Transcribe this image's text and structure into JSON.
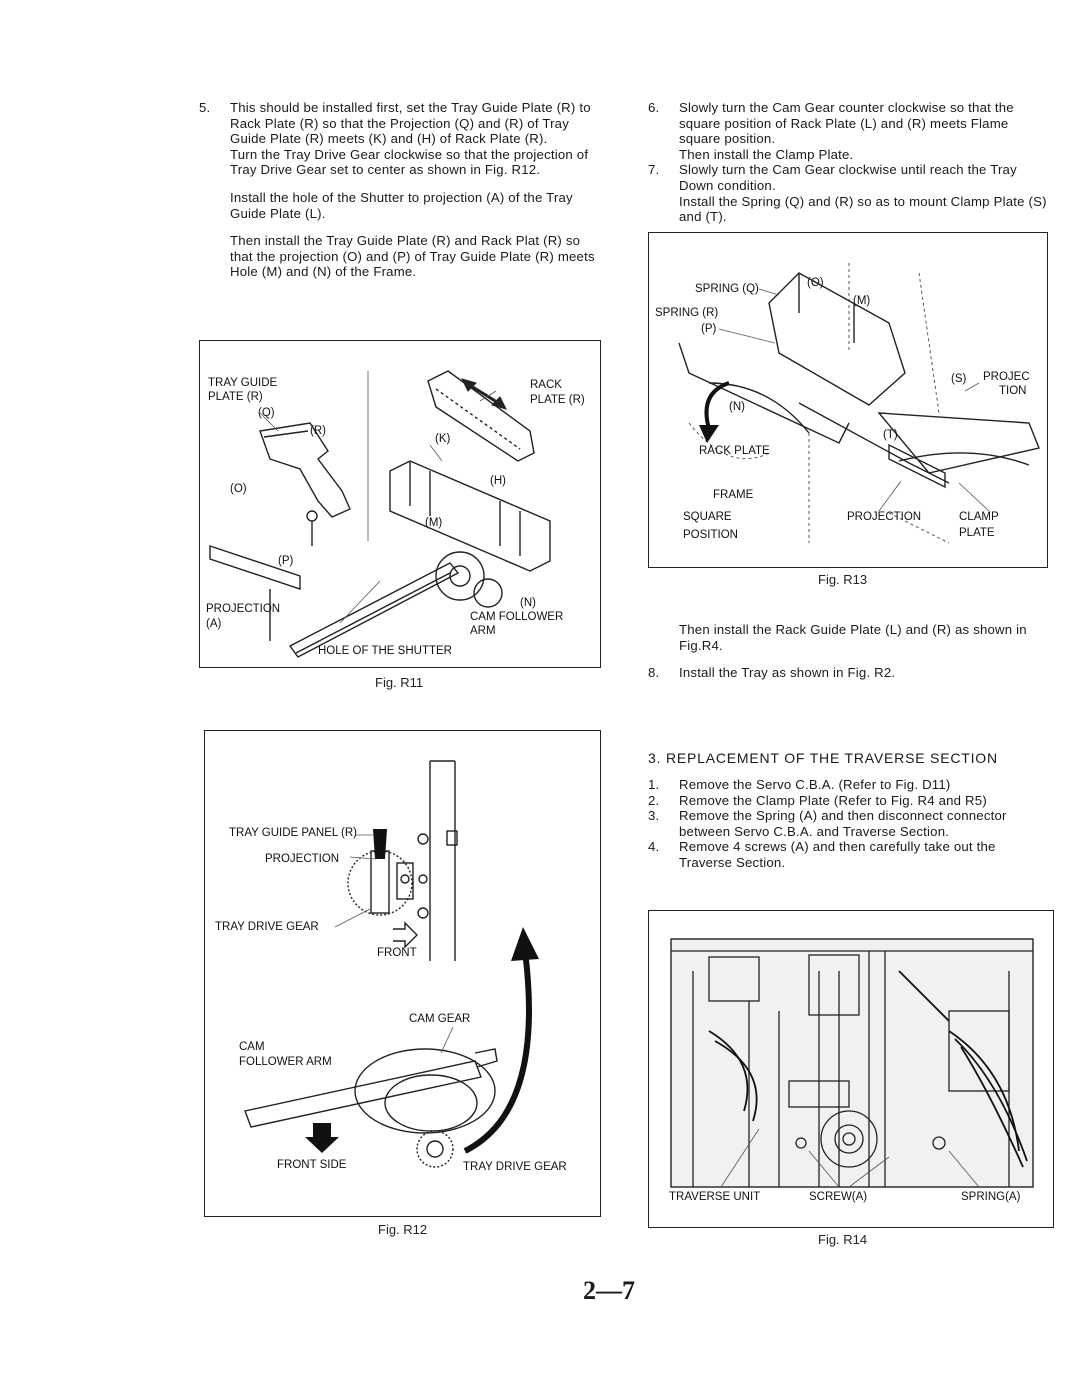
{
  "left_column": {
    "step5": {
      "num": "5.",
      "p1": "This should be installed first, set the Tray Guide Plate (R) to Rack Plate (R) so that the Projection (Q) and (R) of Tray Guide Plate (R) meets (K) and (H) of Rack Plate (R).",
      "p2": "Turn the Tray Drive Gear clockwise so that the projection of Tray Drive Gear set to center as shown in Fig. R12.",
      "p3": "Install the hole of the Shutter to projection (A) of the Tray Guide Plate (L).",
      "p4": "Then install the Tray Guide Plate (R) and Rack Plat (R) so that the projection (O) and (P) of Tray Guide Plate (R) meets Hole (M) and (N) of the Frame."
    },
    "fig_r11": {
      "caption": "Fig. R11",
      "labels": {
        "tray_guide": "TRAY GUIDE",
        "plate_r": "PLATE (R)",
        "q": "(Q)",
        "r": "(R)",
        "o": "(O)",
        "p": "(P)",
        "projection": "PROJECTION",
        "a": "(A)",
        "rack": "RACK",
        "rack_plate": "PLATE (R)",
        "k": "(K)",
        "h": "(H)",
        "m": "(M)",
        "n": "(N)",
        "cam_follower": "CAM FOLLOWER",
        "arm": "ARM",
        "hole": "HOLE OF THE SHUTTER"
      }
    },
    "fig_r12": {
      "caption": "Fig. R12",
      "labels": {
        "tray_guide_panel": "TRAY GUIDE PANEL (R)",
        "projection": "PROJECTION",
        "tray_drive_gear": "TRAY DRIVE GEAR",
        "front": "FRONT",
        "cam_gear": "CAM GEAR",
        "cam": "CAM",
        "follower_arm": "FOLLOWER ARM",
        "front_side": "FRONT SIDE",
        "tray_drive_gear2": "TRAY DRIVE GEAR"
      }
    }
  },
  "right_column": {
    "step6": {
      "num": "6.",
      "text": "Slowly turn the Cam Gear counter clockwise so that the square position of Rack Plate (L) and (R) meets Flame square position.",
      "text2": "Then install the Clamp Plate."
    },
    "step7": {
      "num": "7.",
      "text": "Slowly turn the Cam Gear clockwise until reach the Tray Down condition.",
      "text2": "Install the Spring (Q) and (R) so as to mount Clamp Plate (S) and (T)."
    },
    "fig_r13": {
      "caption": "Fig. R13",
      "labels": {
        "spring_q": "SPRING (Q)",
        "o": "(O)",
        "m": "(M)",
        "spring_r": "SPRING (R)",
        "p": "(P)",
        "n": "(N)",
        "s": "(S)",
        "projec": "PROJEC",
        "tion": "TION",
        "t": "(T)",
        "rack_plate": "RACK PLATE",
        "frame": "FRAME",
        "square": "SQUARE",
        "position": "POSITION",
        "projection": "PROJECTION",
        "clamp": "CLAMP",
        "plate": "PLATE"
      }
    },
    "after_r13": "Then install the Rack Guide Plate (L) and (R) as shown in Fig.R4.",
    "step8": {
      "num": "8.",
      "text": "Install the Tray as shown in Fig. R2."
    },
    "section3": {
      "heading": "3. REPLACEMENT OF THE TRAVERSE SECTION",
      "items": [
        {
          "num": "1.",
          "text": "Remove the Servo C.B.A. (Refer to Fig. D11)"
        },
        {
          "num": "2.",
          "text": "Remove the Clamp Plate (Refer to Fig. R4 and R5)"
        },
        {
          "num": "3.",
          "text": "Remove the Spring (A) and then disconnect connector between Servo C.B.A. and Traverse Section."
        },
        {
          "num": "4.",
          "text": "Remove 4 screws (A) and then carefully take out the Traverse Section."
        }
      ]
    },
    "fig_r14": {
      "caption": "Fig. R14",
      "labels": {
        "traverse_unit": "TRAVERSE UNIT",
        "screw_a": "SCREW(A)",
        "spring_a": "SPRING(A)"
      }
    }
  },
  "page_number": "2—7"
}
